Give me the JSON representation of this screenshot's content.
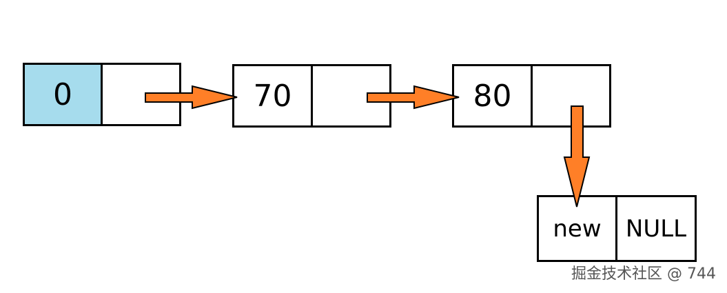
{
  "nodes": [
    {
      "data": "0",
      "next": ""
    },
    {
      "data": "70",
      "next": ""
    },
    {
      "data": "80",
      "next": ""
    },
    {
      "data": "new",
      "next": "NULL"
    }
  ],
  "colors": {
    "head_fill": "#a6dced",
    "arrow_fill": "#ff7f27",
    "border": "#000000"
  },
  "watermark": "掘金技术社区 @ 744"
}
